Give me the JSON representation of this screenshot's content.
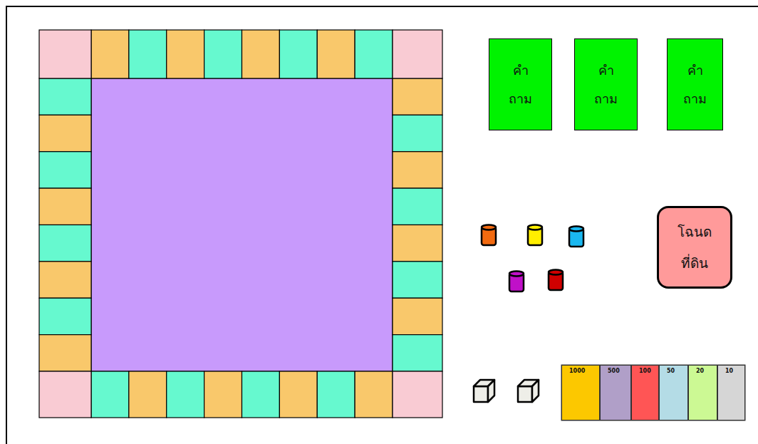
{
  "diagram": {
    "nodes": [
      {
        "text": [
          "คำ ถาม"
        ]
      },
      {
        "text": [
          "คำ ถาม"
        ]
      },
      {
        "text": [
          "คำ ถาม"
        ]
      },
      {
        "text": [
          "โฉนด ที่ดิน"
        ]
      },
      {
        "text": [
          "1000"
        ]
      },
      {
        "text": [
          "500"
        ]
      },
      {
        "text": [
          "100"
        ]
      },
      {
        "text": [
          "50"
        ]
      },
      {
        "text": [
          "20"
        ]
      },
      {
        "text": [
          "10"
        ]
      }
    ]
  }
}
